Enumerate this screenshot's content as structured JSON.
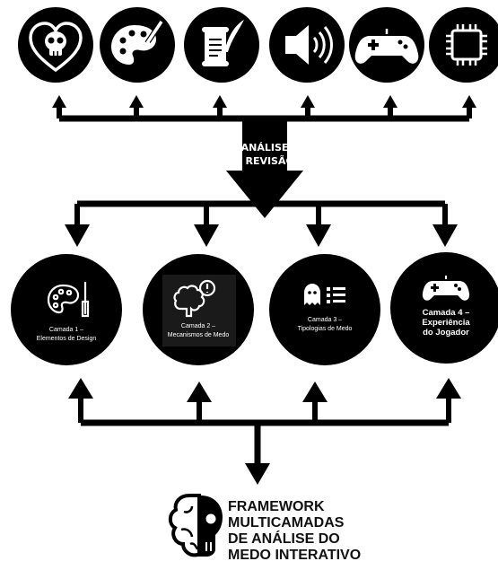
{
  "diagram": {
    "top_icons": [
      {
        "icon": "skull-heart-icon"
      },
      {
        "icon": "palette-brush-icon"
      },
      {
        "icon": "scroll-quill-icon"
      },
      {
        "icon": "speaker-icon"
      },
      {
        "icon": "gamepad-icon"
      },
      {
        "icon": "chip-icon"
      }
    ],
    "center_arrow": {
      "line1": "ANÁLISE",
      "line2": "E REVISÃO"
    },
    "layers": [
      {
        "icon": "palette-brush-icon",
        "line1": "Camada 1 –",
        "line2": "Elementos de Design",
        "line3": ""
      },
      {
        "icon": "brain-alert-icon",
        "line1": "Camada 2 –",
        "line2": "Mecanismos de Medo",
        "line3": ""
      },
      {
        "icon": "ghost-list-icon",
        "line1": "Camada 3 –",
        "line2": "Tipologias de Medo",
        "line3": ""
      },
      {
        "icon": "gamepad-icon",
        "line1": "Camada 4 –",
        "line2": "Experiência",
        "line3": "do Jogador"
      }
    ],
    "framework_title": {
      "line1": "FRAMEWORK",
      "line2": "MULTICAMADAS",
      "line3": "DE ANÁLISE DO",
      "line4": "MEDO INTERATIVO"
    },
    "colors": {
      "fill": "#000000",
      "icon": "#ffffff",
      "background": "#ffffff"
    }
  }
}
